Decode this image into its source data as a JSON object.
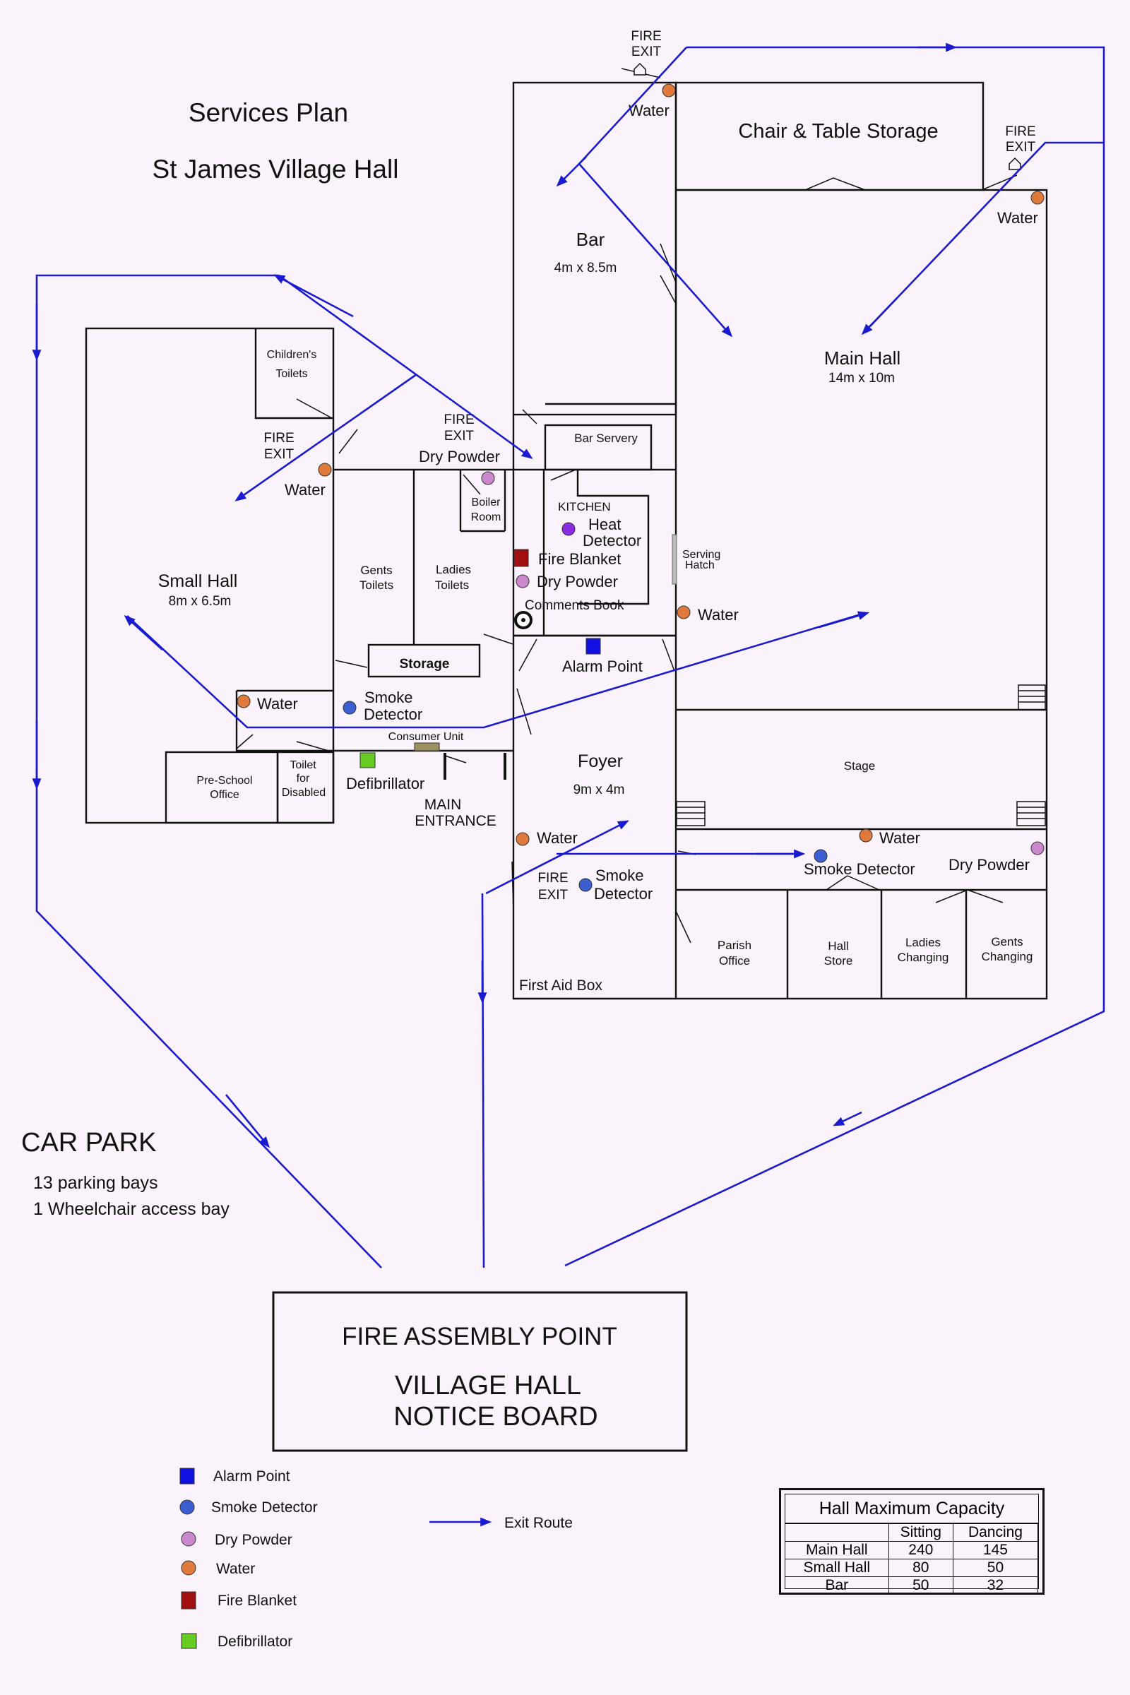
{
  "title": {
    "line1": "Services Plan",
    "line2": "St James Village Hall"
  },
  "colors": {
    "route": "#1a1ad0",
    "alarm_point": "#1010e0",
    "smoke_detector": "#3b5fd0",
    "dry_powder": "#cc88cc",
    "water": "#e07a3c",
    "fire_blanket": "#a01010",
    "defibrillator": "#66cc22",
    "heat_detector": "#8a2be2",
    "background": "#fbf3fb"
  },
  "rooms": {
    "chair_storage": "Chair & Table Storage",
    "bar": "Bar",
    "bar_size": "4m x 8.5m",
    "main_hall": "Main Hall",
    "main_hall_size": "14m x 10m",
    "childrens_toilets_1": "Children's",
    "childrens_toilets_2": "Toilets",
    "bar_servery": "Bar Servery",
    "boiler_room_1": "Boiler",
    "boiler_room_2": "Room",
    "kitchen": "KITCHEN",
    "serving_hatch_1": "Serving",
    "serving_hatch_2": "Hatch",
    "small_hall": "Small Hall",
    "small_hall_size": "8m x 6.5m",
    "gents_toilets_1": "Gents",
    "gents_toilets_2": "Toilets",
    "ladies_toilets_1": "Ladies",
    "ladies_toilets_2": "Toilets",
    "storage": "Storage",
    "consumer_unit": "Consumer Unit",
    "preschool_1": "Pre-School",
    "preschool_2": "Office",
    "disabled_toilet_1": "Toilet",
    "disabled_toilet_2": "for",
    "disabled_toilet_3": "Disabled",
    "foyer": "Foyer",
    "foyer_size": "9m x 4m",
    "stage": "Stage",
    "parish_office_1": "Parish",
    "parish_office_2": "Office",
    "hall_store_1": "Hall",
    "hall_store_2": "Store",
    "ladies_changing_1": "Ladies",
    "ladies_changing_2": "Changing",
    "gents_changing_1": "Gents",
    "gents_changing_2": "Changing",
    "first_aid_box": "First Aid Box",
    "comments_book": "Comments Book",
    "main_entrance_1": "MAIN",
    "main_entrance_2": "ENTRANCE"
  },
  "fire_exit": {
    "line1": "FIRE",
    "line2": "EXIT"
  },
  "equipment": {
    "water": "Water",
    "dry_powder": "Dry Powder",
    "heat_detector_1": "Heat",
    "heat_detector_2": "Detector",
    "fire_blanket": "Fire Blanket",
    "alarm_point": "Alarm Point",
    "smoke_detector_1": "Smoke",
    "smoke_detector_2": "Detector",
    "smoke_detector": "Smoke Detector",
    "defibrillator": "Defibrillator"
  },
  "car_park": {
    "title": "CAR PARK",
    "line1": "13 parking bays",
    "line2": "1 Wheelchair access bay"
  },
  "assembly": {
    "line1": "FIRE ASSEMBLY POINT",
    "line2": "VILLAGE HALL",
    "line3": "NOTICE BOARD"
  },
  "legend": {
    "alarm_point": "Alarm Point",
    "smoke_detector": "Smoke Detector",
    "dry_powder": "Dry Powder",
    "water": "Water",
    "fire_blanket": "Fire Blanket",
    "defibrillator": "Defibrillator",
    "exit_route": "Exit Route"
  },
  "capacity": {
    "title": "Hall Maximum Capacity",
    "columns": [
      "",
      "Sitting",
      "Dancing"
    ],
    "rows": [
      [
        "Main Hall",
        "240",
        "145"
      ],
      [
        "Small Hall",
        "80",
        "50"
      ],
      [
        "Bar",
        "50",
        "32"
      ]
    ]
  }
}
